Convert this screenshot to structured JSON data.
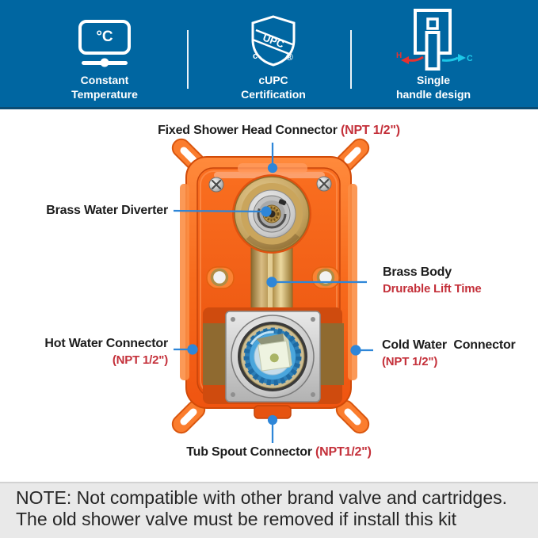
{
  "banner": {
    "bg_color": "#0066a1",
    "features": [
      {
        "icon": "temperature-dial-icon",
        "icon_text": "°C",
        "label": "Constant\nTemperature"
      },
      {
        "icon": "cupc-shield-icon",
        "shield_band_text": "UPC",
        "shield_left_letter": "c",
        "shield_right_symbol": "®",
        "label": "cUPC\nCertification"
      },
      {
        "icon": "single-handle-icon",
        "hot_letter": "H",
        "cold_letter": "C",
        "label": "Single\nhandle design"
      }
    ]
  },
  "callouts": {
    "fixed_shower": {
      "text": "Fixed Shower Head Connector ",
      "spec": "(NPT 1/2\")"
    },
    "diverter": {
      "text": "Brass Water Diverter"
    },
    "brass_body": {
      "text": "Brass Body",
      "spec": "Drurable Lift Time"
    },
    "hot_water": {
      "text": "Hot Water Connector",
      "spec": "(NPT 1/2\")"
    },
    "cold_water": {
      "text": "Cold Water  Connector",
      "spec": "(NPT 1/2\")"
    },
    "tub_spout": {
      "text": "Tub Spout Connector ",
      "spec": "(NPT1/2\")"
    }
  },
  "note": {
    "line1": "NOTE: Not compatible with other brand valve and cartridges.",
    "line2": "The old shower valve must be removed if install this kit"
  },
  "colors": {
    "banner_blue": "#0066a1",
    "accent_red": "#c4303a",
    "callout_blue": "#2e86d8",
    "valve_orange": "#f4601a",
    "brass": "#c2a05c",
    "cartridge_blue": "#4aa6dd",
    "note_bg": "#e9e9e9"
  }
}
